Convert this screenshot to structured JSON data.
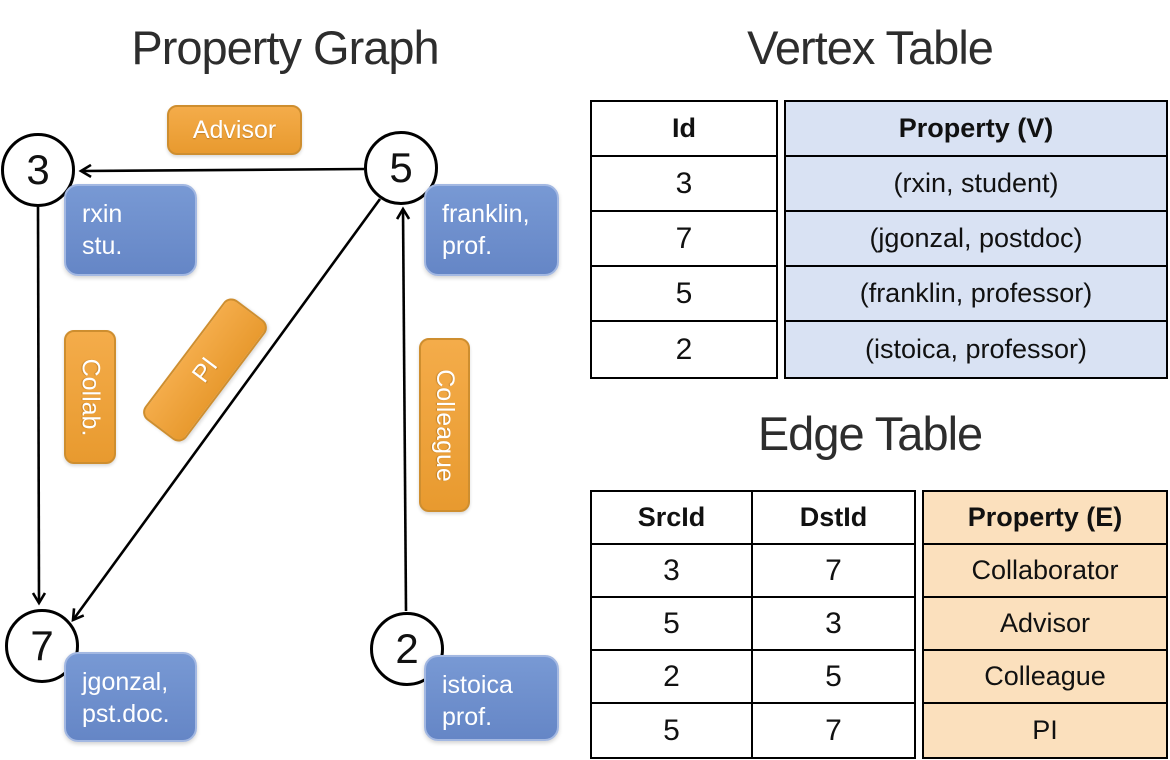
{
  "titles": {
    "graph": "Property Graph",
    "vertex_table": "Vertex Table",
    "edge_table": "Edge Table"
  },
  "graph": {
    "nodes": [
      {
        "id": "3",
        "prop_line1": "rxin",
        "prop_line2": "stu."
      },
      {
        "id": "5",
        "prop_line1": "franklin,",
        "prop_line2": "prof."
      },
      {
        "id": "7",
        "prop_line1": "jgonzal,",
        "prop_line2": "pst.doc."
      },
      {
        "id": "2",
        "prop_line1": "istoica",
        "prop_line2": "prof."
      }
    ],
    "edges": [
      {
        "from": "5",
        "to": "3",
        "label": "Advisor"
      },
      {
        "from": "3",
        "to": "7",
        "label": "Collab."
      },
      {
        "from": "5",
        "to": "7",
        "label": "PI"
      },
      {
        "from": "2",
        "to": "5",
        "label": "Colleague"
      }
    ]
  },
  "vertex_table": {
    "headers": [
      "Id",
      "Property (V)"
    ],
    "rows": [
      [
        "3",
        "(rxin, student)"
      ],
      [
        "7",
        "(jgonzal, postdoc)"
      ],
      [
        "5",
        "(franklin, professor)"
      ],
      [
        "2",
        "(istoica, professor)"
      ]
    ]
  },
  "edge_table": {
    "headers": [
      "SrcId",
      "DstId",
      "Property (E)"
    ],
    "rows": [
      [
        "3",
        "7",
        "Collaborator"
      ],
      [
        "5",
        "3",
        "Advisor"
      ],
      [
        "2",
        "5",
        "Colleague"
      ],
      [
        "5",
        "7",
        "PI"
      ]
    ]
  },
  "colors": {
    "orange-fill": "#F4AC4A",
    "orange-fill2": "#E89A2F",
    "orange-border": "#CE8E2F",
    "blue-fill": "#7899D4",
    "blue-fill2": "#6586C6",
    "blue-border": "#A3B8E2",
    "tbl-blue": "#D9E2F3",
    "tbl-orange": "#FBE0BD"
  }
}
